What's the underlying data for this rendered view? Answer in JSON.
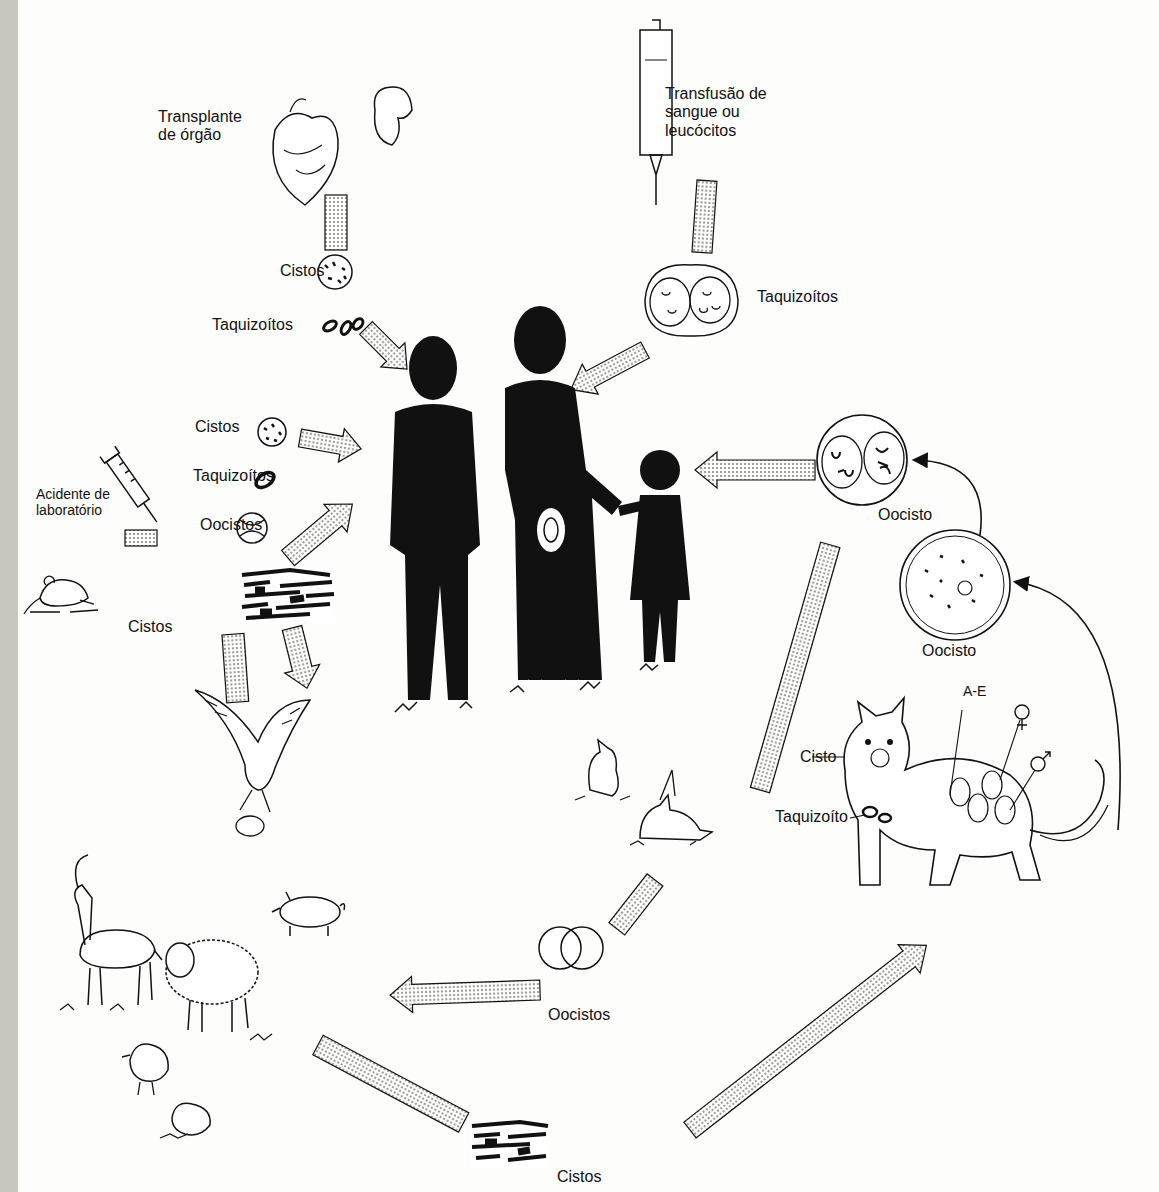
{
  "diagram": {
    "labels": [
      "Transplante de órgão",
      "Transfusão de sangue ou leucócitos",
      "Cistos",
      "Taquizoítos",
      "Taquizoítos",
      "Cistos",
      "Taquizoítos",
      "Oocistos",
      "Acidente de laboratório",
      "Oocisto",
      "Cistos",
      "Oocisto",
      "A-E",
      "Cisto",
      "Taquizoíto",
      "Oocistos",
      "Cistos"
    ]
  }
}
